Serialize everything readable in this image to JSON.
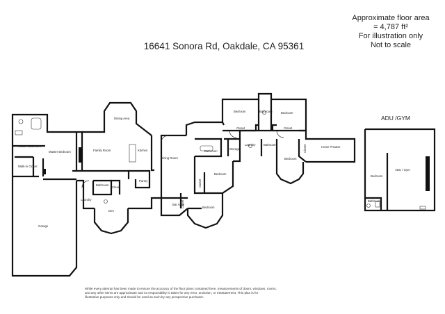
{
  "area_note": [
    "Approximate floor area",
    "= 4,787 ft²",
    "For illustration only",
    "Not to scale"
  ],
  "address": "16641 Sonora Rd, Oakdale, CA 95361",
  "adu_title": "ADU /GYM",
  "rooms": {
    "master_bathroom": "Master Bathroom",
    "master_bedroom": "Master Bedroom",
    "walkin_closet": "Walk-in Closet",
    "family_room": "Family Room",
    "dining_area": "Dining Area",
    "kitchen": "Kitchen",
    "dining_room": "Dining Room",
    "pantry": "Pantry",
    "bathroom_center": "Bathroom",
    "closet_center": "Closet",
    "laundry_left": "Laundry",
    "den": "Den",
    "garage": "Garage",
    "bar_area": "Bar Area",
    "bedroom_top_left": "Bedroom",
    "bathroom_top": "Bathroom",
    "bedroom_top_right": "Bedroom",
    "closet_top_left": "Closet",
    "closet_top_right": "Closet",
    "bathroom_mid": "Bathroom",
    "storage": "Storage",
    "laundry_right": "Laundry",
    "bathroom_right": "Bathroom",
    "closet_right": "Closet",
    "bedroom_right": "Bedroom",
    "home_theater": "Home Theater",
    "bedroom_mid": "Bedroom",
    "closet_mid": "Closet",
    "bedroom_bottom": "Bedroom",
    "closet_bottom": "Closet",
    "adu_bedroom": "Bedroom",
    "adu_gym": "ADU / Gym",
    "adu_bathroom": "Bathroom"
  },
  "disclaimer": [
    "While every attempt has been made to ensure the accuracy of the floor plans contained here, measurements of doors, windows, rooms,",
    "and any other items are approximate and no responsibility is taken for any error, omission, or misstatement. This plan is for",
    "illustrative purposes only and should be used as such by any prospective purchaser."
  ]
}
